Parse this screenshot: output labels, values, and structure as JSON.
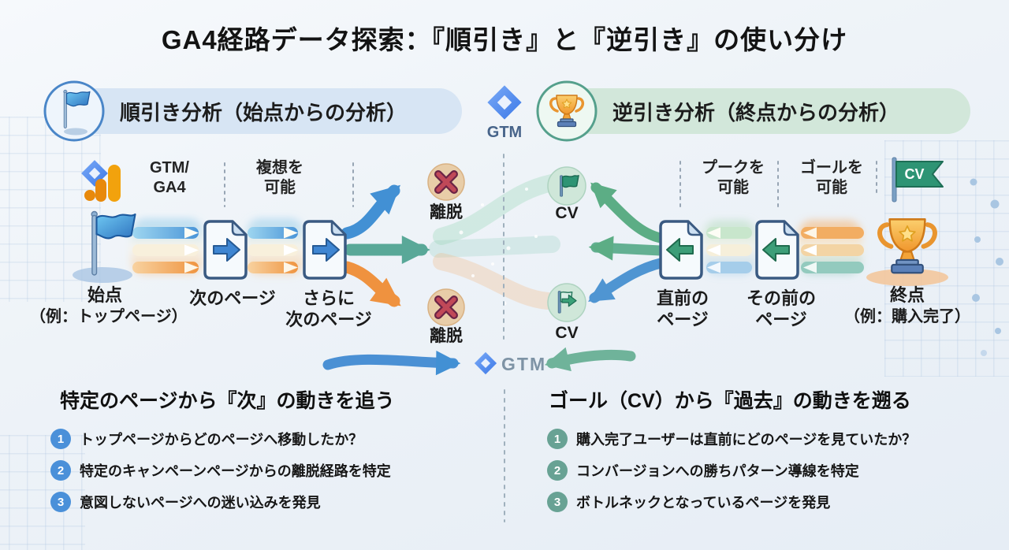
{
  "title": "GA4経路データ探索：『順引き』と『逆引き』の使い分け",
  "header": {
    "forward_label": "順引き分析（始点からの分析）",
    "backward_label": "逆引き分析（終点からの分析）",
    "gtm_label": "GTM"
  },
  "flow": {
    "forward": {
      "anno1_line1": "GTM/",
      "anno1_line2": "GA4",
      "anno2_line1": "複想を",
      "anno2_line2": "可能",
      "start_label": "始点",
      "start_sub": "（例：トップページ）",
      "page1_label": "次のページ",
      "page2_line1": "さらに",
      "page2_line2": "次のページ",
      "exit_top": "離脱",
      "exit_bottom": "離脱"
    },
    "backward": {
      "anno1_line1": "プークを",
      "anno1_line2": "可能",
      "anno2_line1": "ゴールを",
      "anno2_line2": "可能",
      "page1_line1": "直前の",
      "page1_line2": "ページ",
      "page2_line1": "その前の",
      "page2_line2": "ページ",
      "end_label": "終点",
      "end_sub": "（例：購入完了）",
      "cv_flag_label": "CV",
      "cv_top": "CV",
      "cv_bottom": "CV"
    },
    "center_gtm_label": "GTM"
  },
  "bottom": {
    "forward": {
      "heading": "特定のページから『次』の動きを追う",
      "items": [
        {
          "num": "1",
          "text": "トップページからどのページへ移動したか？"
        },
        {
          "num": "2",
          "text": "特定のキャンペーンページからの離脱経路を特定"
        },
        {
          "num": "3",
          "text": "意図しないページへの迷い込みを発見"
        }
      ]
    },
    "backward": {
      "heading": "ゴール（CV）から『過去』の動きを遡る",
      "items": [
        {
          "num": "1",
          "text": "購入完了ユーザーは直前にどのページを見ていたか？"
        },
        {
          "num": "2",
          "text": "コンバージョンへの勝ちパターン導線を特定"
        },
        {
          "num": "3",
          "text": "ボトルネックとなっているページを発見"
        }
      ]
    }
  },
  "icons": {
    "forward_badge": "flag-icon",
    "backward_badge": "trophy-icon",
    "start_node": "blue-flag-icon",
    "end_node": "trophy-icon",
    "exit_node": "x-mark-icon",
    "cv_node": "green-flag-icon",
    "page_node": "document-arrow-icon",
    "gtm_logo": "gtm-diamond-icon",
    "ga4_logo": "analytics-bars-icon"
  },
  "colors": {
    "forward_accent": "#4a90d9",
    "backward_accent": "#68a294",
    "orange_flow": "#ef923f",
    "exit_red": "#c04858",
    "gtm_blue": "#4285f4",
    "ga4_orange": "#f2a20d",
    "pill_forward_bg": "#d7e5f4",
    "pill_backward_bg": "#d2e7da"
  }
}
